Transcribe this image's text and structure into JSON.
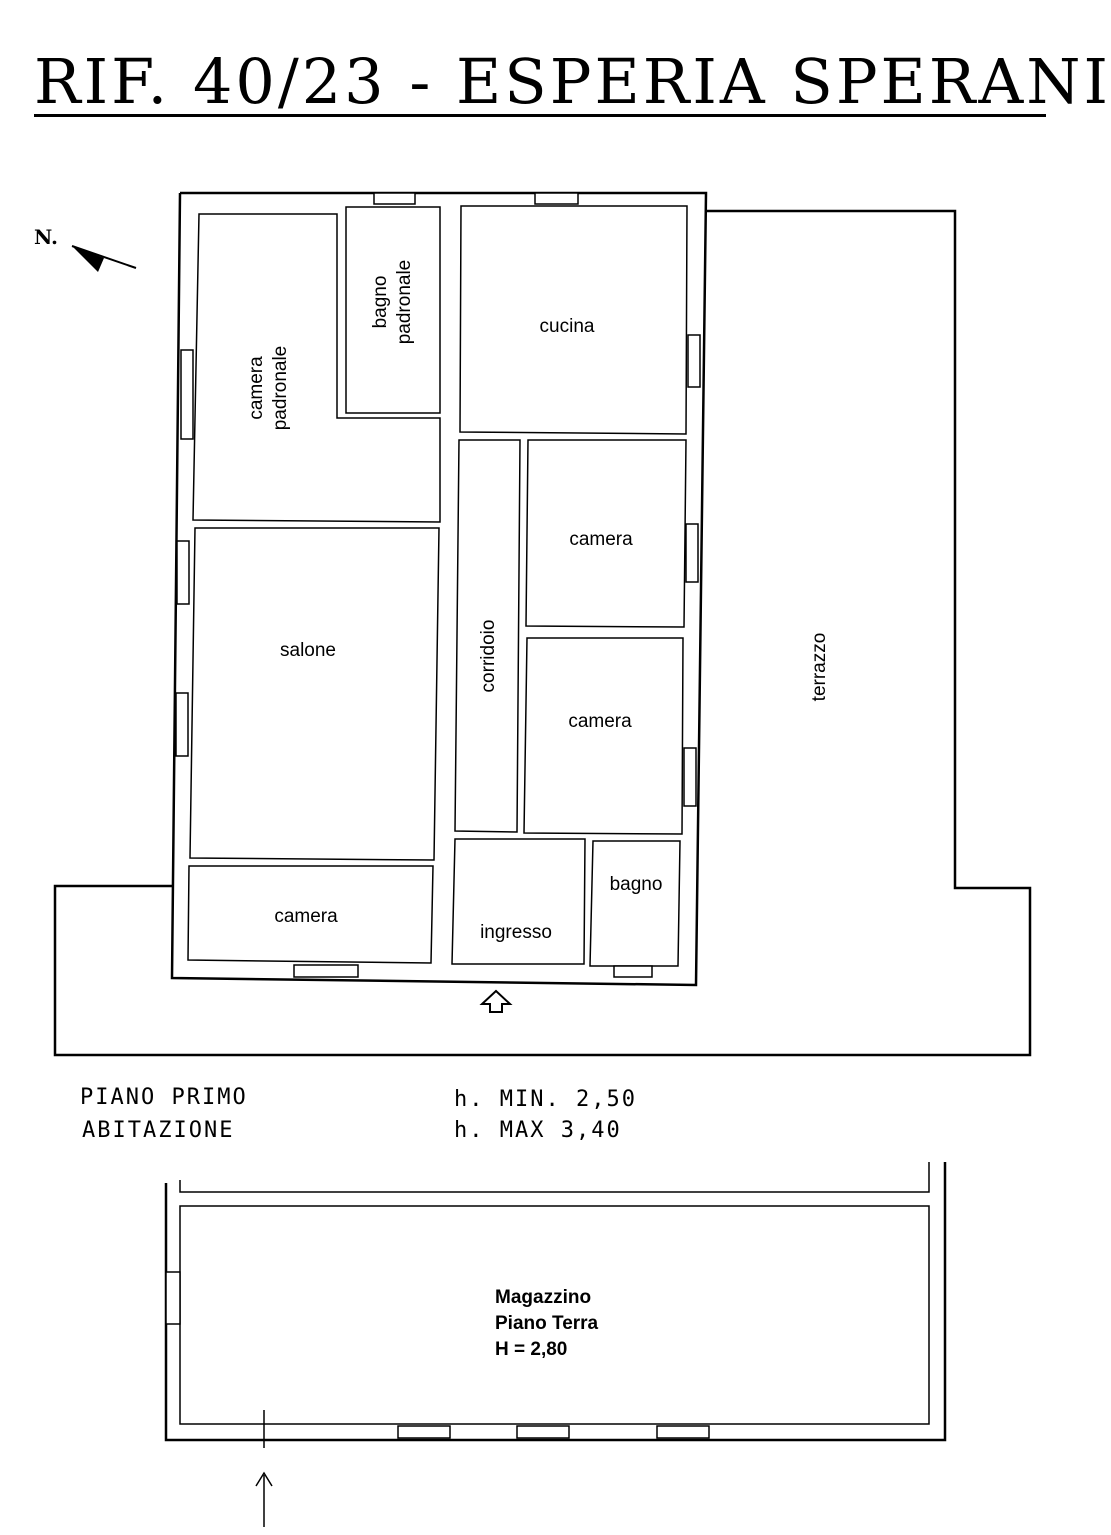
{
  "title": "RIF. 40/23 - ESPERIA SPERANI",
  "north_label": "N.",
  "first_floor": {
    "floor_label": "PIANO  PRIMO",
    "use_label": "ABITAZIONE",
    "h_min": "h. MIN.  2,50",
    "h_max": "h. MAX  3,40",
    "rooms": {
      "camera_padronale_1": "camera",
      "camera_padronale_2": "padronale",
      "bagno_padronale_1": "bagno",
      "bagno_padronale_2": "padronale",
      "cucina": "cucina",
      "camera_a": "camera",
      "corridoio": "corridoio",
      "camera_b": "camera",
      "salone": "salone",
      "terrazzo": "terrazzo",
      "camera_c": "camera",
      "ingresso": "ingresso",
      "bagno": "bagno"
    }
  },
  "ground_floor": {
    "line1": "Magazzino",
    "line2": "Piano Terra",
    "line3": "H = 2,80"
  }
}
